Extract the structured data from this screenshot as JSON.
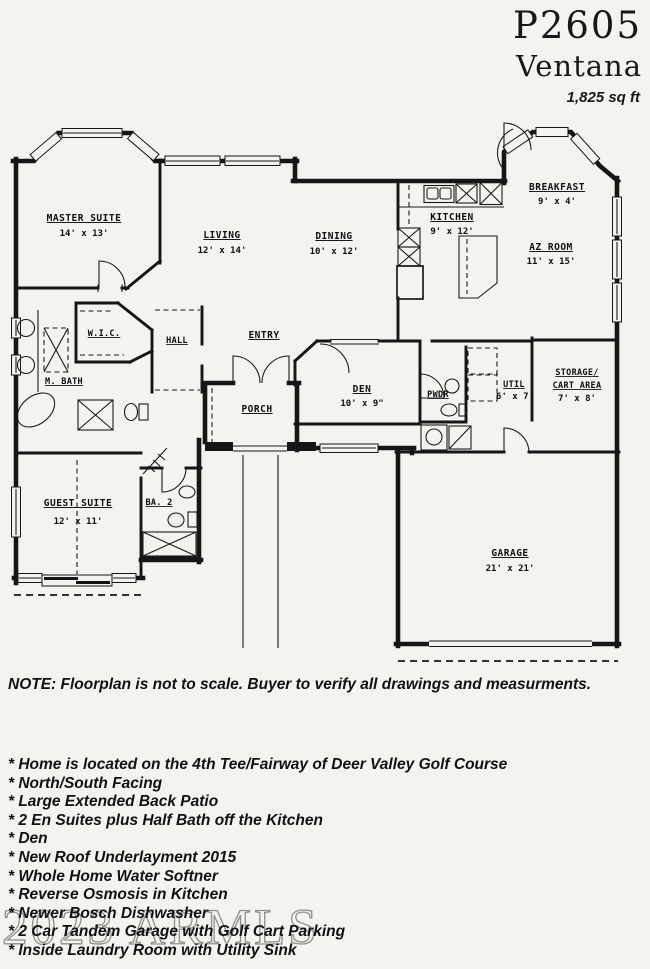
{
  "header": {
    "plan_number": "P2605",
    "plan_name": "Ventana",
    "sqft": "1,825 sq ft"
  },
  "floorplan": {
    "rooms": [
      {
        "name": "MASTER SUITE",
        "dims": "14' x 13'"
      },
      {
        "name": "LIVING",
        "dims": "12' x 14'"
      },
      {
        "name": "DINING",
        "dims": "10' x 12'"
      },
      {
        "name": "KITCHEN",
        "dims": "9' x 12'"
      },
      {
        "name": "BREAKFAST",
        "dims": "9' x 4'"
      },
      {
        "name": "AZ ROOM",
        "dims": "11' x 15'"
      },
      {
        "name": "W.I.C.",
        "dims": ""
      },
      {
        "name": "HALL",
        "dims": ""
      },
      {
        "name": "M. BATH",
        "dims": ""
      },
      {
        "name": "ENTRY",
        "dims": ""
      },
      {
        "name": "PORCH",
        "dims": ""
      },
      {
        "name": "DEN",
        "dims": "10' x 9\""
      },
      {
        "name": "PWDR",
        "dims": ""
      },
      {
        "name": "UTIL",
        "dims": "6' x 7'"
      },
      {
        "name": "STORAGE/",
        "name2": "CART AREA",
        "dims": "7' x 8'"
      },
      {
        "name": "GUEST SUITE",
        "dims": "12' x 11'"
      },
      {
        "name": "BA. 2",
        "dims": ""
      },
      {
        "name": "GARAGE",
        "dims": "21' x 21'"
      }
    ]
  },
  "note": "NOTE: Floorplan is not to scale. Buyer to verify all drawings and measurments.",
  "features": [
    "* Home is located on the 4th Tee/Fairway of Deer Valley Golf Course",
    "* North/South Facing",
    "* Large Extended Back Patio",
    "* 2 En Suites plus Half Bath off the Kitchen",
    "* Den",
    "* New Roof Underlayment 2015",
    "* Whole Home Water Softner",
    "* Reverse Osmosis in Kitchen",
    "* Newer Bosch Dishwasher",
    "* 2 Car Tandem Garage with Golf Cart Parking",
    "* Inside Laundry Room with Utility Sink"
  ],
  "watermark": "2023 ARMLS",
  "colors": {
    "ink": "#161616",
    "paper": "#f4f3f0",
    "watermark": "#8f8f8f"
  }
}
